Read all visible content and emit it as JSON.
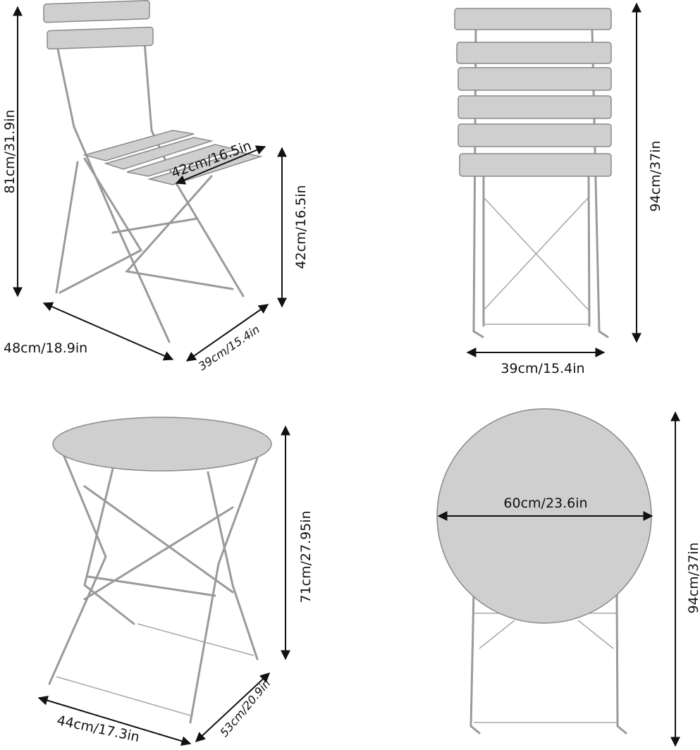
{
  "title": "Bistro set dimensions",
  "chair_side": {
    "height_label": "81cm/31.9in",
    "seat_width_label": "42cm/16.5in",
    "seat_height_label": "42cm/16.5in",
    "width_label": "48cm/18.9in",
    "depth_label": "39cm/15.4in"
  },
  "chair_folded": {
    "height_label": "94cm/37in",
    "width_label": "39cm/15.4in"
  },
  "table_open": {
    "height_label": "71cm/27.95in",
    "width_label": "44cm/17.3in",
    "depth_label": "53cm/20.9in"
  },
  "table_folded": {
    "diameter_label": "60cm/23.6in",
    "height_label": "94cm/37in"
  },
  "colors": {
    "furniture": "#cfcfcf",
    "outline": "#8a8a8a",
    "dimension": "#111111"
  }
}
